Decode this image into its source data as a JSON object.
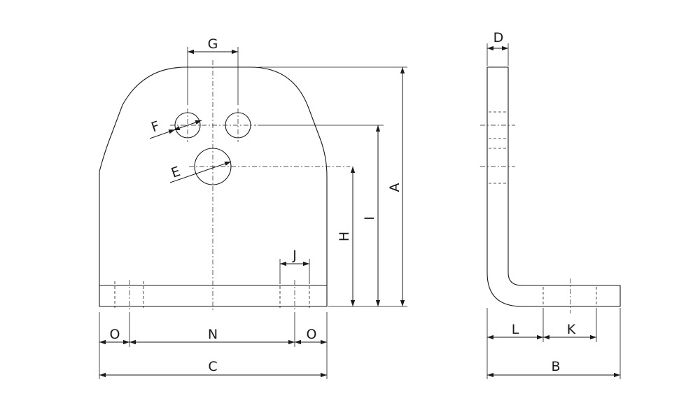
{
  "labels": {
    "A": "A",
    "B": "B",
    "C": "C",
    "D": "D",
    "E": "E",
    "F": "F",
    "G": "G",
    "H": "H",
    "I": "I",
    "J": "J",
    "K": "K",
    "L": "L",
    "N": "N",
    "O_left": "O",
    "O_right": "O"
  }
}
